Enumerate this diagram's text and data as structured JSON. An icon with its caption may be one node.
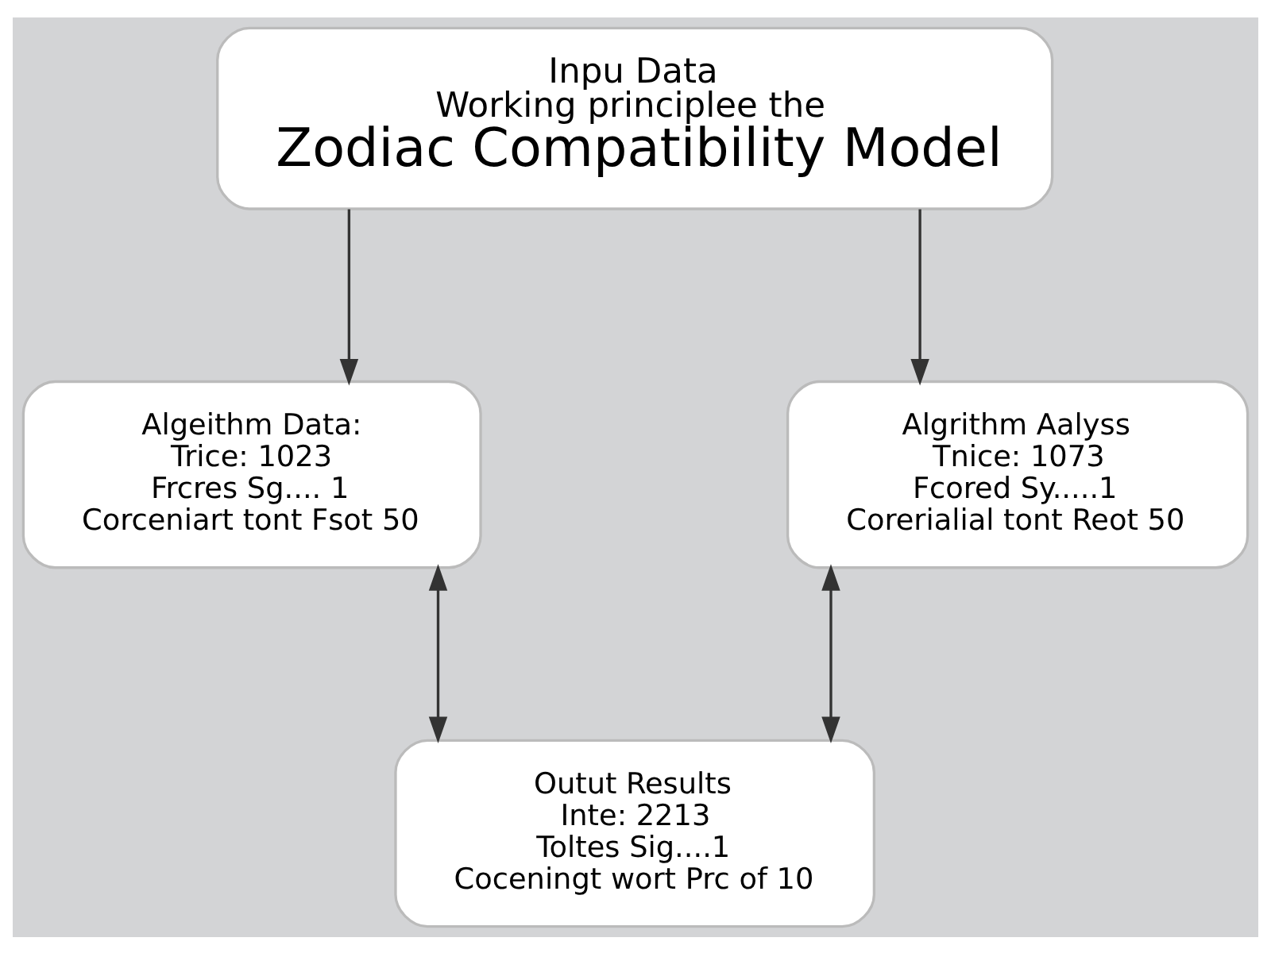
{
  "diagram": {
    "nodes": [
      {
        "text": [
          "Inpu Data",
          "Working principlee the",
          "Zodiac Compatibility Model"
        ]
      },
      {
        "text": [
          "Algeithm Data:",
          "Trice: 1023",
          "Frcres Sg.... 1",
          "Corceniart tont Fsot 50"
        ]
      },
      {
        "text": [
          "Algrithm Aalyss",
          "Tnice: 1073",
          "Fcored Sy.....1",
          "Corerialial tont Reot 50"
        ]
      },
      {
        "text": [
          "Outut Results",
          "Inte: 2213",
          "Toltes Sig....1",
          "Coceningt wort Prc of 10"
        ]
      }
    ],
    "edges": [
      {
        "from": 0,
        "to": 1,
        "arrow": "to"
      },
      {
        "from": 0,
        "to": 2,
        "arrow": "to"
      },
      {
        "from": 1,
        "to": 3,
        "arrow": "both"
      },
      {
        "from": 2,
        "to": 3,
        "arrow": "both"
      }
    ]
  }
}
